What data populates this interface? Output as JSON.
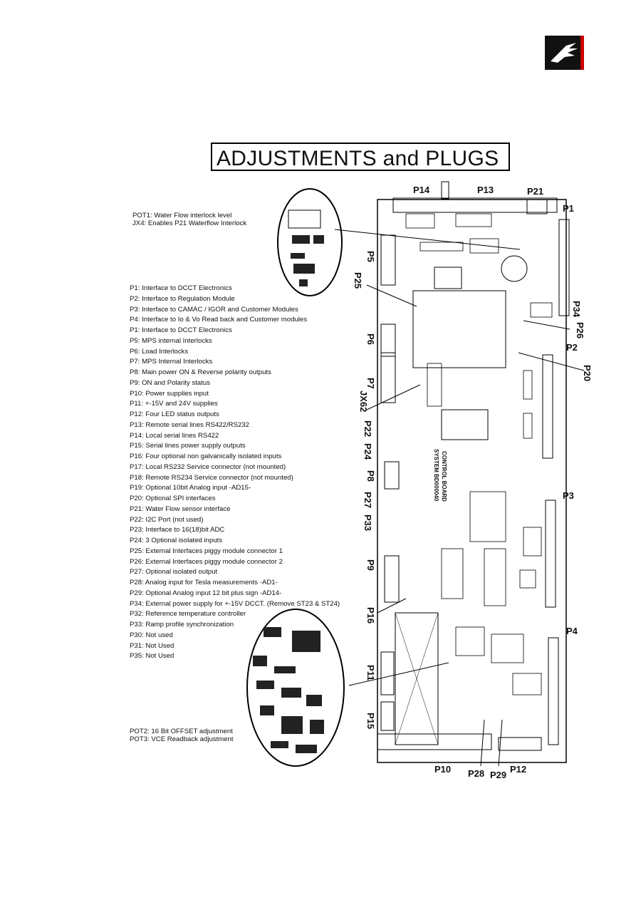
{
  "header": {
    "logo_icon": "company-logo-icon"
  },
  "title": "ADJUSTMENTS and PLUGS",
  "pot_top": [
    "POT1: Water Flow interlock level",
    "JX4: Enables P21 Waterflow Interlock"
  ],
  "plugs": [
    "P1: Interface to DCCT Electronics",
    "P2: Interface to Regulation Module",
    "P3: Interface to CAMAC / IGOR and Customer Modules",
    "P4: Interface to Io & Vo Read back and Customer modules",
    "P1: Interface to DCCT Electronics",
    "P5: MPS internal Interlocks",
    "P6: Load Interlocks",
    "P7: MPS Internal Interlocks",
    "P8: Main power ON & Reverse polarity outputs",
    "P9: ON and Polarity status",
    "P10: Power supplies input",
    "P11: +-15V and 24V supplies",
    "P12: Four LED status outputs",
    "P13: Remote serial lines RS422/RS232",
    "P14: Local serial lines RS422",
    "P15: Serial lines power supply outputs",
    "P16: Four optional non galvanically isolated inputs",
    "P17: Local RS232 Service connector (not mounted)",
    "P18: Remote RS234 Service connector (not mounted)",
    "P19: Optional 10bit Analog input -AD15-",
    "P20: Optional SPI interfaces",
    "P21: Water Flow sensor interface",
    "P22: I2C Port (not used)",
    "P23: Interface to 16(18)bit ADC",
    "P24: 3 Optional isolated inputs",
    "P25: External Interfaces piggy module connector 1",
    "P26: External Interfaces piggy module connector 2",
    "P27: Optional isolated output",
    "P28: Analog input for Tesla measurements -AD1-",
    "P29: Optional Analog input 12 bit plus sign -AD14-",
    "P34: External power supply for +-15V DCCT. (Remove ST23 & ST24)",
    "P32: Reference temperature controller",
    "P33: Ramp profile synchronization",
    "P30: Not used",
    "P31: Not Used",
    "P35: Not Used"
  ],
  "pot_bottom": [
    "POT2: 16 Bit OFFSET adjustment",
    "POT3: VCE Readback adjustment"
  ],
  "board_labels": {
    "p14": "P14",
    "p13": "P13",
    "p21": "P21",
    "p1": "P1",
    "p2": "P2",
    "p3": "P3",
    "p4": "P4",
    "p5": "P5",
    "p25": "P25",
    "p6": "P6",
    "p7": "P7",
    "jx62": "JX62",
    "p22": "P22",
    "p24": "P24",
    "p8": "P8",
    "p27": "P27",
    "p33": "P33",
    "p9": "P9",
    "p16": "P16",
    "p11": "P11",
    "p15": "P15",
    "p10": "P10",
    "p28": "P28",
    "p29": "P29",
    "p12": "P12",
    "p34": "P34",
    "p26": "P26",
    "p20": "P20",
    "control_board": "CONTROL BOARD",
    "system_id": "SYSTEM BD000040"
  }
}
